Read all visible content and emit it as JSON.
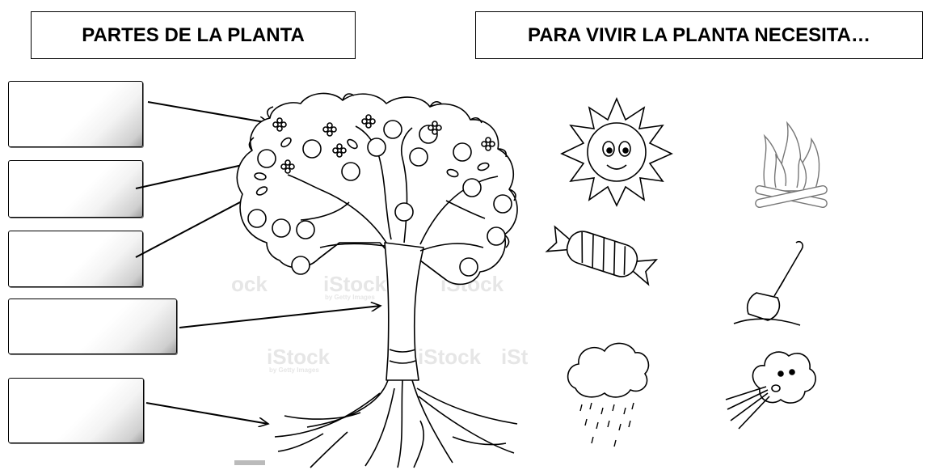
{
  "worksheet": {
    "left_title": "PARTES DE LA PLANTA",
    "right_title": "PARA VIVIR LA PLANTA NECESITA…",
    "answer_boxes": [
      {
        "value": ""
      },
      {
        "value": ""
      },
      {
        "value": ""
      },
      {
        "value": ""
      },
      {
        "value": ""
      }
    ],
    "watermarks": [
      "iStock",
      "by Getty Images"
    ],
    "pictures_left_column": [
      "sun-icon",
      "candy-icon",
      "rain-cloud-icon"
    ],
    "pictures_right_column": [
      "fire-icon",
      "shovel-icon",
      "wind-icon"
    ],
    "colors": {
      "ink": "#000000",
      "watermark": "#e6e6e6",
      "box_shade": "#9e9e9e"
    }
  }
}
